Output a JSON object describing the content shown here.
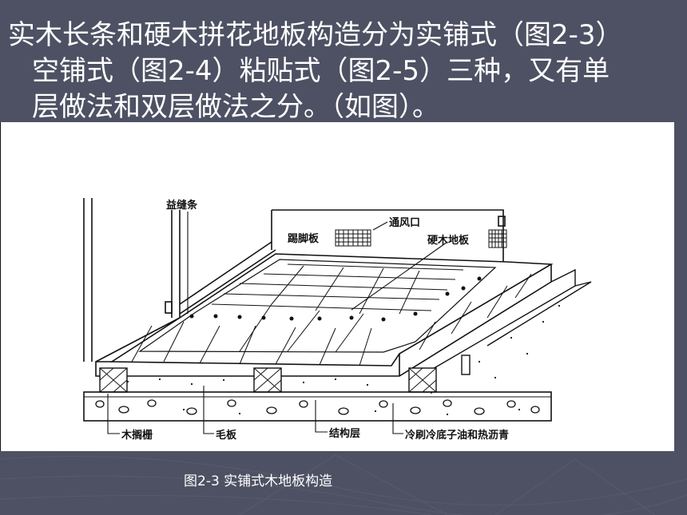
{
  "slide": {
    "paragraph_lines": [
      "实木长条和硬木拼花地板构造分为实铺式（图2-3）",
      "空铺式（图2-4）粘贴式（图2-5）三种，又有单",
      "层做法和双层做法之分。（如图）。"
    ],
    "caption": "图2-3  实铺式木地板构造"
  },
  "diagram": {
    "labels": {
      "yi_feng_tiao": "益缝条",
      "ti_jiao_ban": "踢脚板",
      "tong_feng_kou": "通风口",
      "ying_mu_di_ban": "硬木地板",
      "mu_ge_zha": "木搁栅",
      "mao_ban": "毛板",
      "jie_gou_ceng": "结构层",
      "fang_chao": "冷刷冷底子油和热沥青"
    }
  },
  "colors": {
    "background": "#4e5163",
    "text": "#ffffff",
    "figure_bg": "#ffffff",
    "ink": "#111111"
  }
}
